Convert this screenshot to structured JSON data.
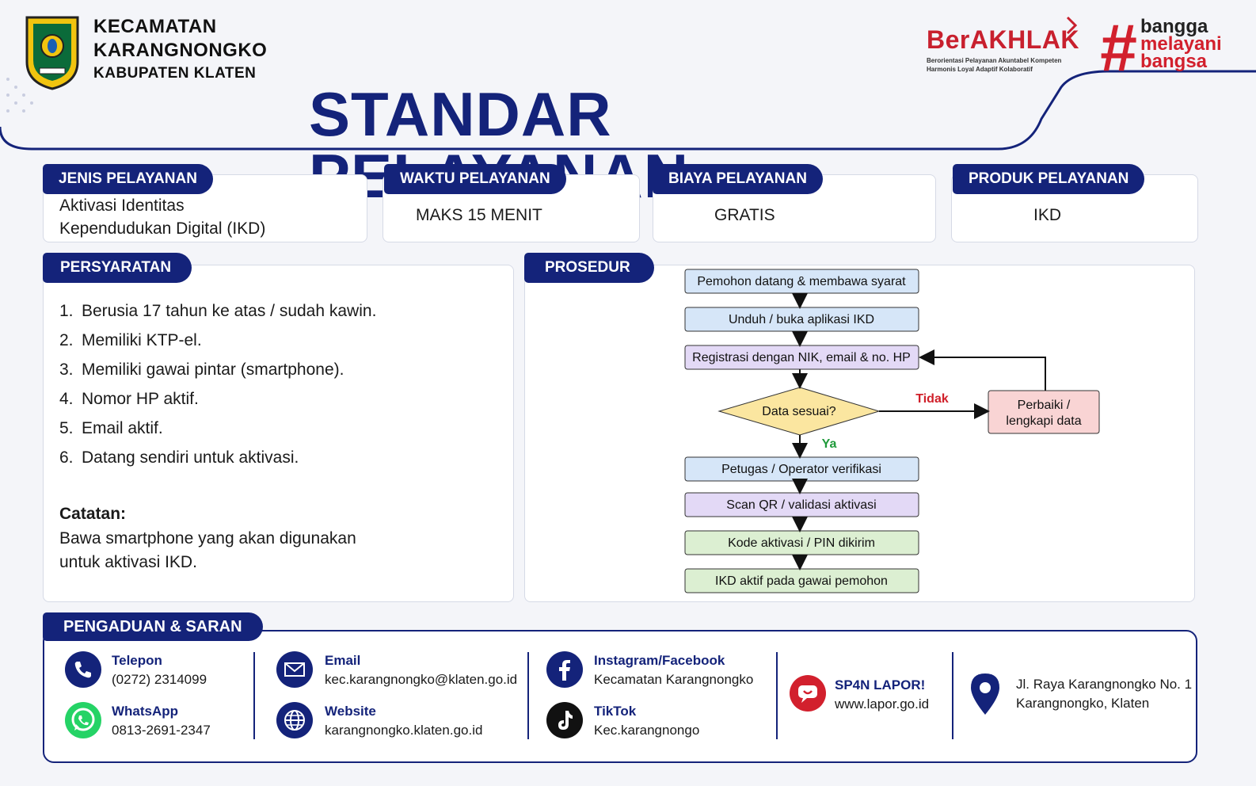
{
  "header": {
    "org_line1": "KECAMATAN",
    "org_line2": "KARANGNONGKO",
    "org_line3": "KABUPATEN KLATEN",
    "title": "STANDAR PELAYANAN",
    "berakhlak": {
      "word": "BerAKHLAK",
      "sub1": "Berorientasi Pelayanan Akuntabel Kompeten",
      "sub2": "Harmonis Loyal Adaptif Kolaboratif"
    },
    "bangga": {
      "hash": "#",
      "line1": "bangga",
      "line2": "melayani",
      "line3": "bangsa"
    }
  },
  "info": {
    "jenis": {
      "label": "JENIS PELAYANAN",
      "line1": "Aktivasi Identitas",
      "line2": "Kependudukan Digital (IKD)"
    },
    "waktu": {
      "label": "WAKTU PELAYANAN",
      "value": "MAKS 15 MENIT"
    },
    "biaya": {
      "label": "BIAYA PELAYANAN",
      "value": "GRATIS"
    },
    "produk": {
      "label": "PRODUK PELAYANAN",
      "value": "IKD"
    }
  },
  "persyaratan": {
    "label": "PERSYARATAN",
    "items": [
      {
        "num": "1.",
        "text": "Berusia 17 tahun ke atas / sudah kawin."
      },
      {
        "num": "2.",
        "text": "Memiliki KTP-el."
      },
      {
        "num": "3.",
        "text": "Memiliki gawai pintar (smartphone)."
      },
      {
        "num": "4.",
        "text": "Nomor HP aktif."
      },
      {
        "num": "5.",
        "text": "Email aktif."
      },
      {
        "num": "6.",
        "text": "Datang sendiri untuk aktivasi."
      }
    ],
    "note_title": "Catatan:",
    "note_line1": "Bawa smartphone yang akan digunakan",
    "note_line2": "untuk aktivasi IKD."
  },
  "prosedur": {
    "label": "PROSEDUR",
    "steps": {
      "s1": "Pemohon datang & membawa syarat",
      "s2": "Unduh / buka aplikasi IKD",
      "s3": "Registrasi dengan NIK, email & no. HP",
      "decision": "Data sesuai?",
      "fix_line1": "Perbaiki /",
      "fix_line2": "lengkapi data",
      "no": "Tidak",
      "yes": "Ya",
      "s4": "Petugas / Operator verifikasi",
      "s5": "Scan QR / validasi aktivasi",
      "s6": "Kode aktivasi / PIN dikirim",
      "s7": "IKD aktif pada gawai pemohon"
    },
    "colors": {
      "blue": "#d6e6f8",
      "purple": "#e3d9f6",
      "yellow": "#fbe6a0",
      "red": "#f9d4d4",
      "green": "#dcefd2",
      "no_text": "#d0202a",
      "yes_text": "#1f9a3a"
    }
  },
  "pengaduan": {
    "label": "PENGADUAN & SARAN",
    "telepon": {
      "label": "Telepon",
      "value": "(0272) 2314099"
    },
    "whatsapp": {
      "label": "WhatsApp",
      "value": "0813-2691-2347"
    },
    "email": {
      "label": "Email",
      "value": "kec.karangnongko@klaten.go.id"
    },
    "website": {
      "label": "Website",
      "value": "karangnongko.klaten.go.id"
    },
    "social": {
      "label": "Instagram/Facebook",
      "value": "Kecamatan Karangnongko"
    },
    "tiktok": {
      "label": "TikTok",
      "value": "Kec.karangnongo"
    },
    "lapor": {
      "label": "SP4N LAPOR!",
      "value": "www.lapor.go.id"
    },
    "address": {
      "line1": "Jl. Raya Karangnongko No. 1",
      "line2": "Karangnongko, Klaten"
    }
  },
  "theme": {
    "navy": "#14237a",
    "red": "#d2202d"
  }
}
